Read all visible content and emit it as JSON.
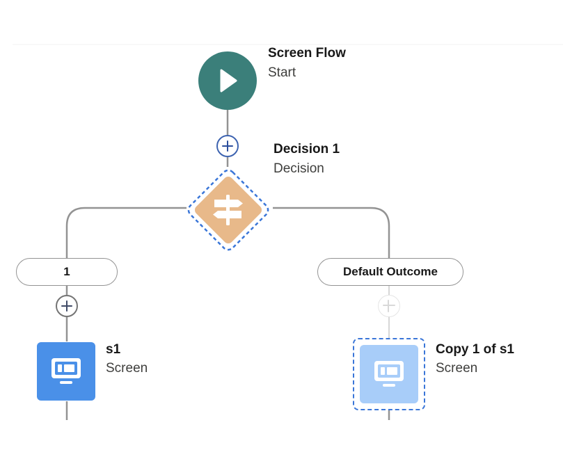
{
  "start": {
    "title": "Screen Flow",
    "subtitle": "Start",
    "color": "#3b7f7a"
  },
  "decision": {
    "title": "Decision 1",
    "subtitle": "Decision",
    "color": "#e8b98a",
    "selected": true
  },
  "outcomes": [
    {
      "label": "1"
    },
    {
      "label": "Default Outcome"
    }
  ],
  "elements": [
    {
      "title": "s1",
      "subtitle": "Screen",
      "color": "#4a90e8",
      "selected": false
    },
    {
      "title": "Copy 1 of s1",
      "subtitle": "Screen",
      "color": "#a8cdf9",
      "selected": true
    }
  ],
  "icons": {
    "start": "play-icon",
    "decision": "signpost-icon",
    "screen": "monitor-icon",
    "add": "plus-icon"
  },
  "colors": {
    "connector": "#939393",
    "selection": "#3a76d8",
    "add_button": "#2b4e9c"
  }
}
